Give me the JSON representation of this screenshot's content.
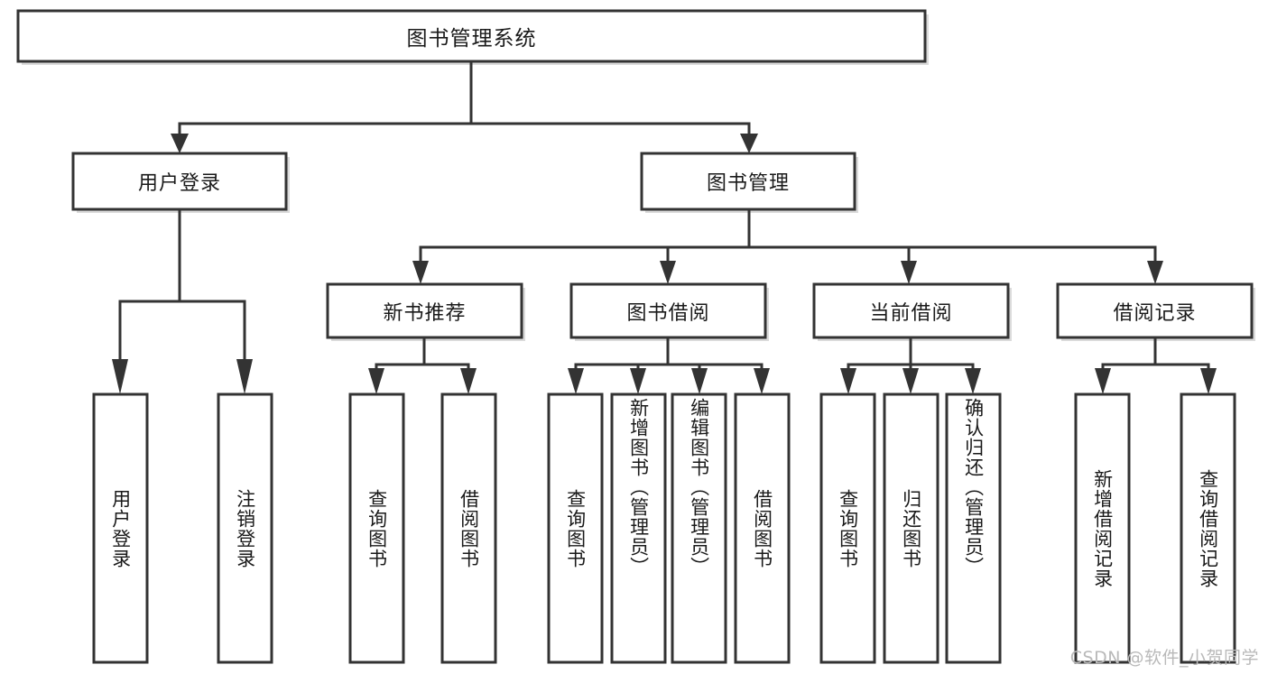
{
  "diagram": {
    "type": "tree-hierarchy-diagram",
    "title": "图书管理系统",
    "watermark": "CSDN @软件_小贺同学",
    "colors": {
      "stroke": "#333333",
      "fill": "#ffffff",
      "text": "#1a1a1a",
      "watermark": "#b9b9b9",
      "shadow": "#bdbdbd"
    },
    "nodes": {
      "root": {
        "label": "图书管理系统",
        "orientation": "horizontal",
        "level": 0
      },
      "level1": [
        {
          "id": "user-login",
          "label": "用户登录",
          "orientation": "horizontal"
        },
        {
          "id": "book-management",
          "label": "图书管理",
          "orientation": "horizontal"
        }
      ],
      "level2": [
        {
          "id": "new-book-recommend",
          "label": "新书推荐",
          "orientation": "horizontal"
        },
        {
          "id": "book-borrow",
          "label": "图书借阅",
          "orientation": "horizontal"
        },
        {
          "id": "current-borrow",
          "label": "当前借阅",
          "orientation": "horizontal"
        },
        {
          "id": "borrow-record",
          "label": "借阅记录",
          "orientation": "horizontal"
        }
      ],
      "leaves": [
        {
          "id": "leaf-user-login",
          "label": "用户登录",
          "parent": "user-login",
          "orientation": "vertical"
        },
        {
          "id": "leaf-logout-login",
          "label": "注销登录",
          "parent": "user-login",
          "orientation": "vertical"
        },
        {
          "id": "leaf-query-book-1",
          "label": "查询图书",
          "parent": "new-book-recommend",
          "orientation": "vertical"
        },
        {
          "id": "leaf-borrow-book-1",
          "label": "借阅图书",
          "parent": "new-book-recommend",
          "orientation": "vertical"
        },
        {
          "id": "leaf-query-book-2",
          "label": "查询图书",
          "parent": "book-borrow",
          "orientation": "vertical"
        },
        {
          "id": "leaf-add-book",
          "label": "新增图书（管理员）",
          "parent": "book-borrow",
          "orientation": "vertical"
        },
        {
          "id": "leaf-edit-book",
          "label": "编辑图书（管理员）",
          "parent": "book-borrow",
          "orientation": "vertical"
        },
        {
          "id": "leaf-borrow-book-2",
          "label": "借阅图书",
          "parent": "book-borrow",
          "orientation": "vertical"
        },
        {
          "id": "leaf-query-book-3",
          "label": "查询图书",
          "parent": "current-borrow",
          "orientation": "vertical"
        },
        {
          "id": "leaf-return-book",
          "label": "归还图书",
          "parent": "current-borrow",
          "orientation": "vertical"
        },
        {
          "id": "leaf-confirm-return",
          "label": "确认归还（管理员）",
          "parent": "current-borrow",
          "orientation": "vertical"
        },
        {
          "id": "leaf-add-record",
          "label": "新增借阅记录",
          "parent": "borrow-record",
          "orientation": "vertical"
        },
        {
          "id": "leaf-query-record",
          "label": "查询借阅记录",
          "parent": "borrow-record",
          "orientation": "vertical"
        }
      ]
    }
  }
}
